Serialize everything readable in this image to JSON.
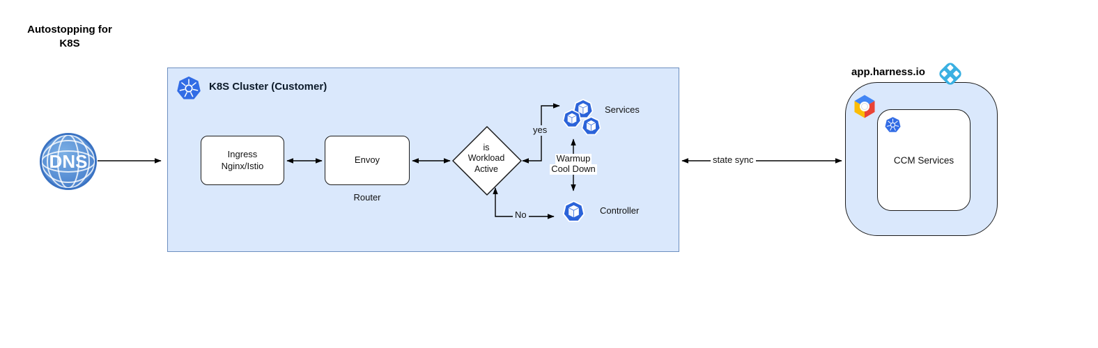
{
  "diagram_title": "Autostopping for\nK8S",
  "dns": {
    "label": "DNS"
  },
  "cluster": {
    "title": "K8S Cluster (Customer)",
    "ingress": {
      "label": "Ingress\nNginx/Istio"
    },
    "envoy": {
      "label": "Envoy",
      "sublabel": "Router"
    },
    "decision": {
      "label": "is\nWorkload\nActive"
    },
    "services": {
      "label": "Services"
    },
    "controller": {
      "label": "Controller"
    },
    "edges": {
      "yes": "yes",
      "no": "No",
      "warmup_line1": "Warmup",
      "warmup_line2": "Cool Down"
    }
  },
  "sync": {
    "label": "state sync"
  },
  "harness": {
    "title": "app.harness.io",
    "ccm": {
      "label": "CCM Services"
    }
  },
  "colors": {
    "canvas_bg": "#ffffff",
    "cluster_fill": "#dae8fc",
    "cluster_border": "#6c8ebf",
    "node_border": "#1a1a1a",
    "node_fill": "#ffffff",
    "k8s_blue": "#326ce5",
    "pod_blue": "#2b63d9",
    "harness_blue": "#3ab0e2",
    "dns_fill": "#4d89d2",
    "dns_border": "#3a72c2",
    "gcp_blue": "#4285f4",
    "gcp_red": "#ea4335",
    "gcp_yellow": "#fbbc05",
    "arrow": "#000000"
  }
}
